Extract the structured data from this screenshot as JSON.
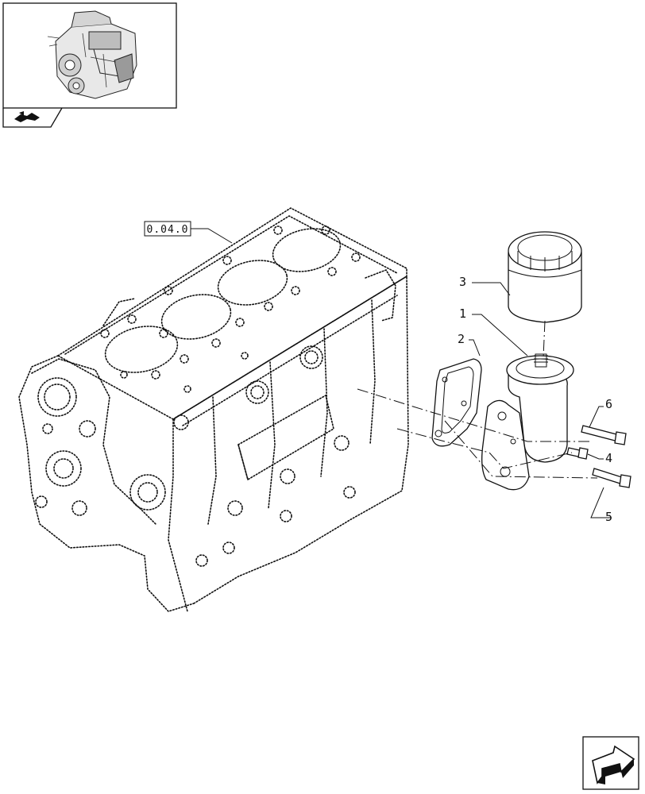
{
  "reference_label": "0.04.0",
  "callouts": [
    {
      "id": "1",
      "text": "1"
    },
    {
      "id": "2",
      "text": "2"
    },
    {
      "id": "3",
      "text": "3"
    },
    {
      "id": "4",
      "text": "4"
    },
    {
      "id": "5",
      "text": "5"
    },
    {
      "id": "6",
      "text": "6"
    }
  ],
  "icons": {
    "thumbnail": "engine-thumbnail-icon",
    "section_tab": "book-section-icon",
    "next_page": "next-page-arrow-icon"
  }
}
